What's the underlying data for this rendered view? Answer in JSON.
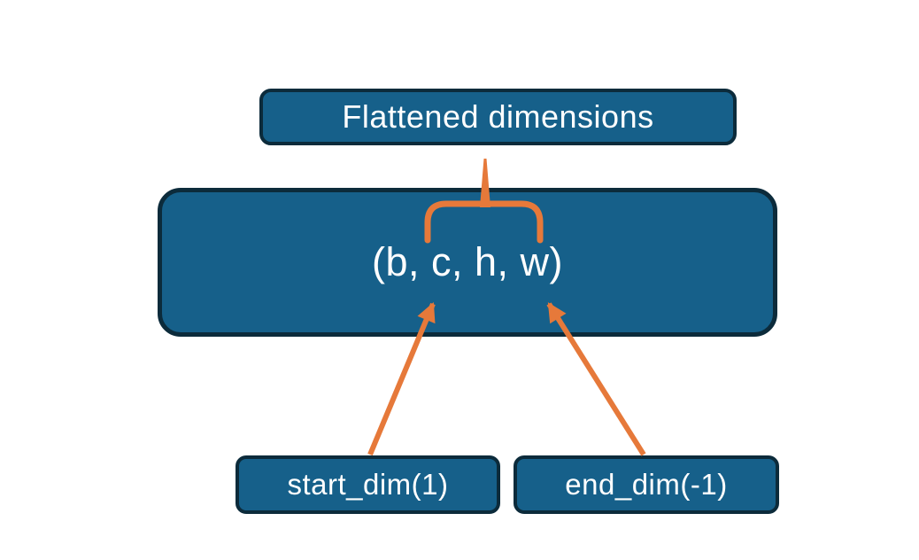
{
  "diagram": {
    "title_box": {
      "label": "Flattened dimensions"
    },
    "tensor_box": {
      "label": "(b, c, h, w)"
    },
    "start_dim_box": {
      "label": "start_dim(1)"
    },
    "end_dim_box": {
      "label": "end_dim(-1)"
    }
  },
  "colors": {
    "box_fill": "#16608A",
    "box_border": "#0C2B3B",
    "accent_orange": "#E6793A",
    "text": "#FFFFFF",
    "background": "#FFFFFF"
  }
}
